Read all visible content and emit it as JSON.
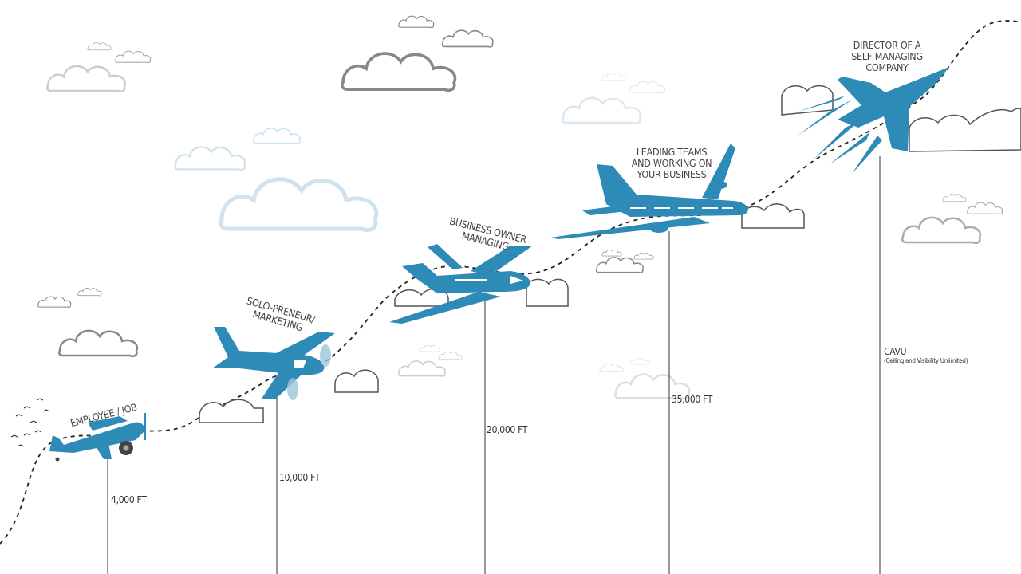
{
  "stages": [
    {
      "title": "Employee / Job",
      "altitude": "4,000 FT"
    },
    {
      "title": "Solo-preneur/ Marketing",
      "altitude": "10,000 FT"
    },
    {
      "title": "Business Owner Managing",
      "altitude": "20,000 FT"
    },
    {
      "title": "Leading Teams and Working on Your Business",
      "altitude": "35,000 FT"
    },
    {
      "title": "Director of a Self-Managing Company",
      "altitude": "CAVU",
      "altitude_note": "(Ceiling and Visibility Unlimited)"
    }
  ],
  "colors": {
    "plane": "#2e8bb8",
    "cloud_gray": "#888888",
    "cloud_light": "#d3e6f1",
    "text": "#444444"
  }
}
